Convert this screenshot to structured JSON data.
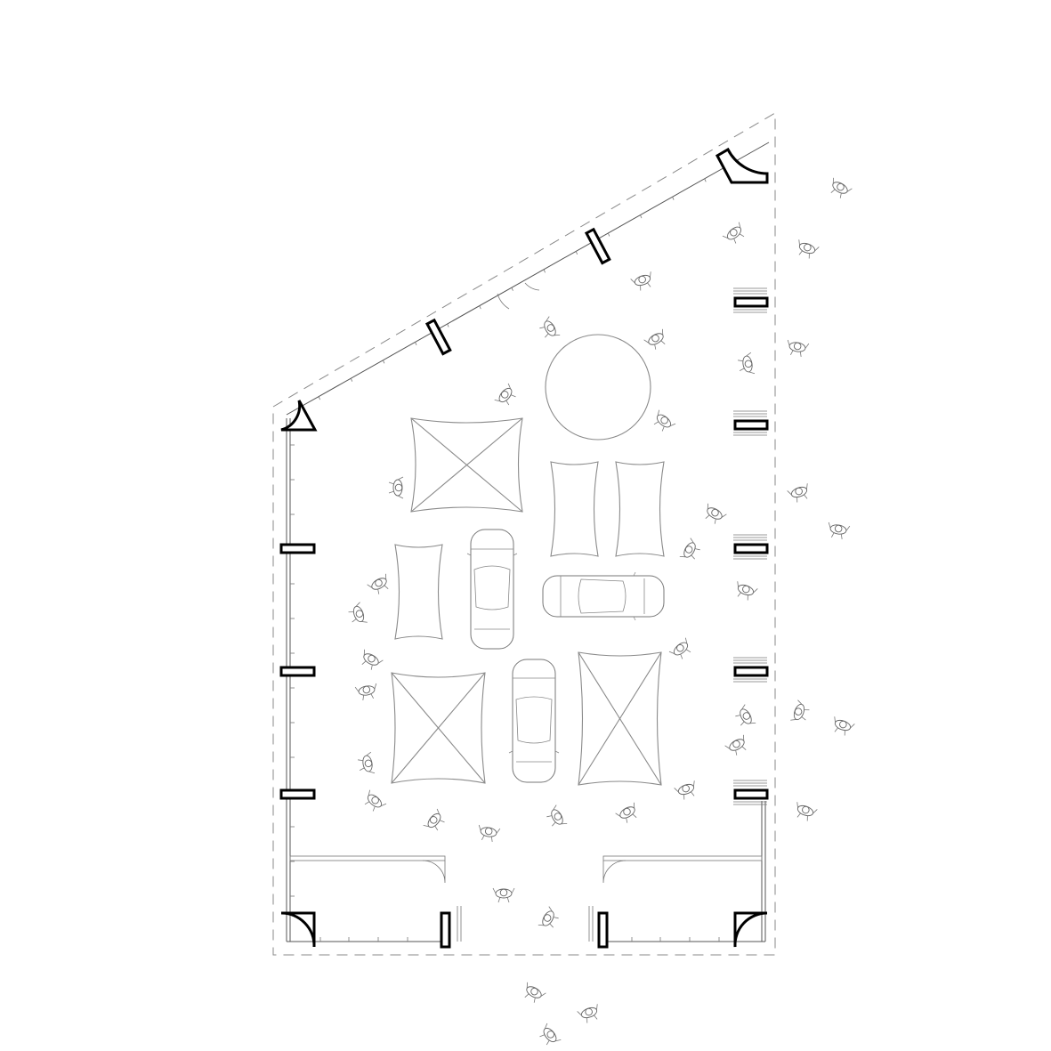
{
  "drawing": {
    "type": "floor-plan",
    "elements": [
      "boundary",
      "walls",
      "columns",
      "display-tables",
      "round-table",
      "cars",
      "people",
      "doors"
    ]
  },
  "colors": {
    "background": "#ffffff",
    "column": "#000000",
    "line": "#8a8a8a"
  }
}
